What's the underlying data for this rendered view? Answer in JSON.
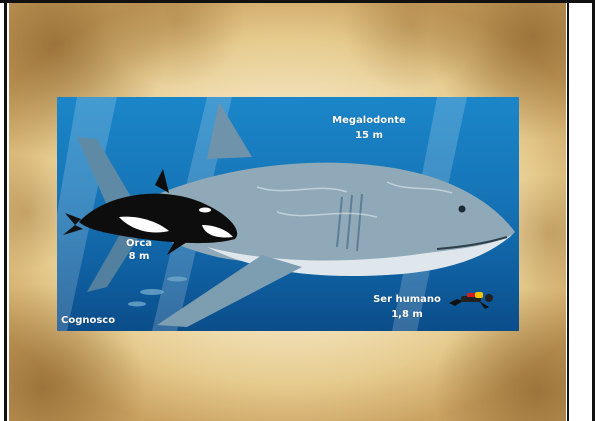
{
  "megalodon": {
    "name": "Megalodonte",
    "size": "15 m"
  },
  "orca": {
    "name": "Orca",
    "size": "8 m"
  },
  "human": {
    "name": "Ser humano",
    "size": "1,8 m"
  },
  "credit": "Cognosco",
  "colors": {
    "ocean_light": "#1a86c9",
    "ocean_dark": "#0b4d8a",
    "parchment": "#f3e3bd",
    "label_text": "#ffffff"
  }
}
